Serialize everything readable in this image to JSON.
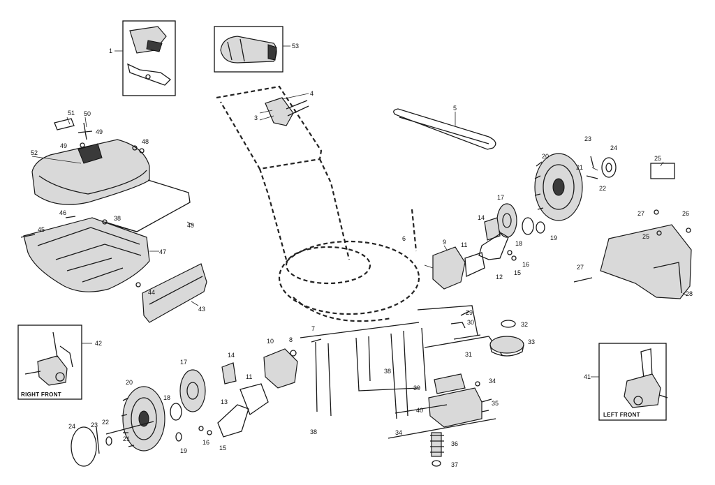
{
  "insets": {
    "right_front_caption": "RIGHT FRONT",
    "left_front_caption": "LEFT FRONT"
  },
  "callouts": {
    "c1": "1",
    "c53": "53",
    "c4": "4",
    "c3": "3",
    "c5": "5",
    "c51": "51",
    "c50": "50",
    "c49a": "49",
    "c49b": "49",
    "c48": "48",
    "c52": "52",
    "c46": "46",
    "c38a": "38",
    "c49c": "49",
    "c45": "45",
    "c47": "47",
    "c44": "44",
    "c43": "43",
    "c42": "42",
    "c6": "6",
    "c9": "9",
    "c11a": "11",
    "c14a": "14",
    "c17a": "17",
    "c20a": "20",
    "c23a": "23",
    "c24a": "24",
    "c21a": "21",
    "c22a": "22",
    "c25a": "25",
    "c27a": "27",
    "c26": "26",
    "c25b": "25",
    "c27b": "27",
    "c28": "28",
    "c18a": "18",
    "c19a": "19",
    "c12": "12",
    "c15a": "15",
    "c16a": "16",
    "c7": "7",
    "c10": "10",
    "c8": "8",
    "c29": "29",
    "c30": "30",
    "c32": "32",
    "c33": "33",
    "c31": "31",
    "c34a": "34",
    "c35": "35",
    "c34b": "34",
    "c36": "36",
    "c37": "37",
    "c38b": "38",
    "c39": "39",
    "c40": "40",
    "c38c": "38",
    "c41": "41",
    "c17b": "17",
    "c14b": "14",
    "c11b": "11",
    "c13": "13",
    "c20b": "20",
    "c18b": "18",
    "c24b": "24",
    "c23b": "23",
    "c22b": "22",
    "c21b": "21",
    "c19b": "19",
    "c16b": "16",
    "c15b": "15"
  }
}
